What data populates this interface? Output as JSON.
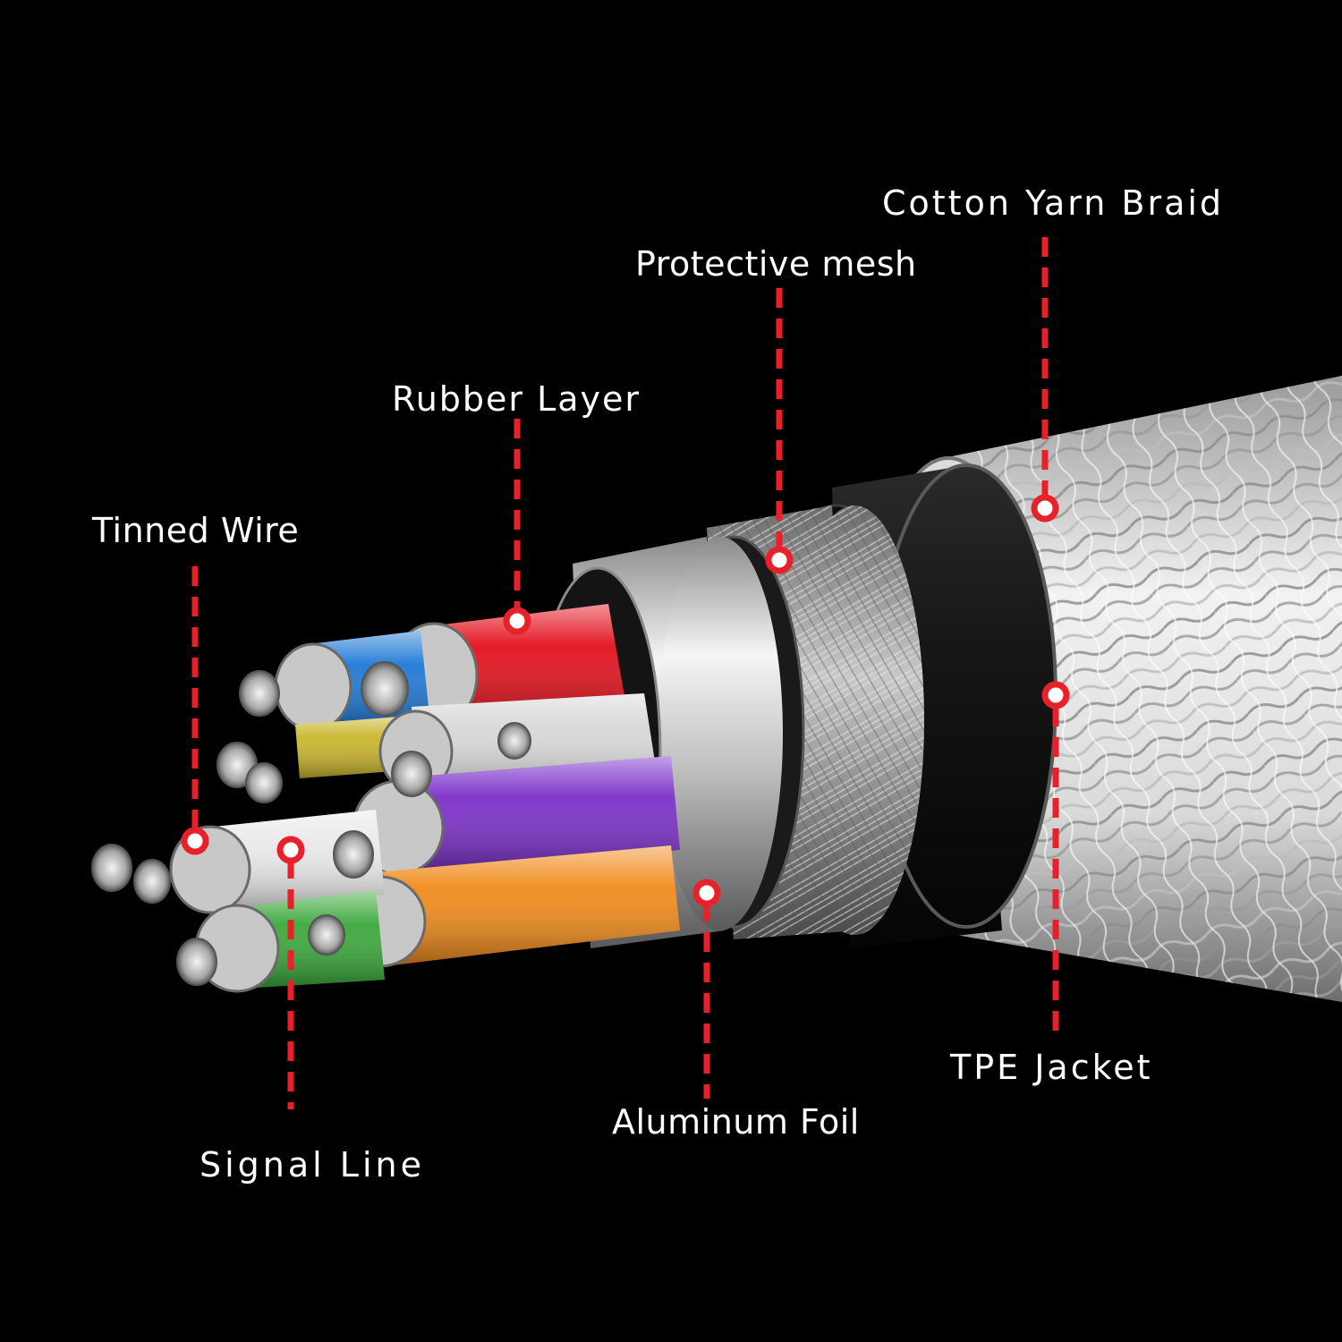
{
  "labels": {
    "cotton_yarn_braid": "Cotton Yarn Braid",
    "protective_mesh": "Protective mesh",
    "rubber_layer": "Rubber Layer",
    "tinned_wire": "Tinned Wire",
    "tpe_jacket": "TPE Jacket",
    "aluminum_foil": "Aluminum Foil",
    "signal_line": "Signal Line"
  },
  "colors": {
    "background": "#000000",
    "callout_line": "#e8202a",
    "label_text": "#ffffff",
    "conductor_red": "#e3101c",
    "conductor_blue": "#1e78d6",
    "conductor_purple": "#7b2fc9",
    "conductor_orange": "#f08a1a",
    "conductor_green": "#3aa83a",
    "conductor_yellow": "#c9b52a",
    "braid_white": "#e9e9e9",
    "tpe_black": "#111111",
    "mesh_silver": "#a9a9a9",
    "foil_silver": "#c8c8c8"
  }
}
